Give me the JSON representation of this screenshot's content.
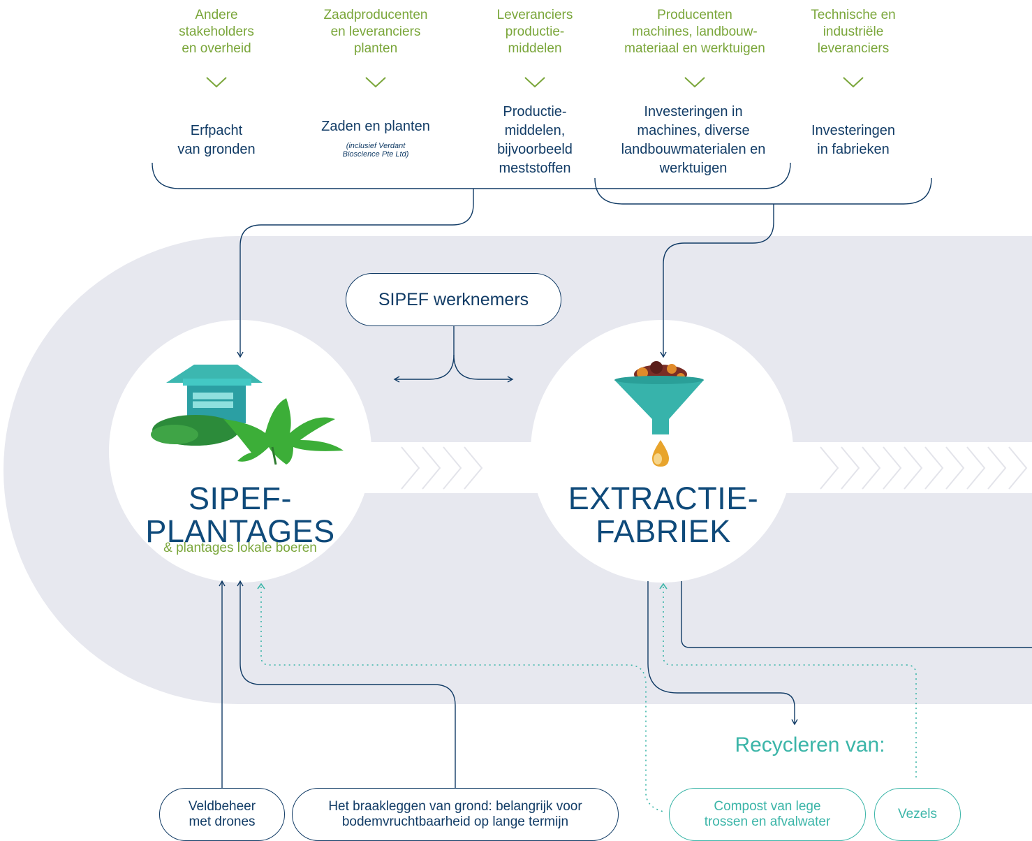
{
  "suppliers": [
    "Andere\nstakeholders\nen overheid",
    "Zaadproducenten\nen leveranciers\nplanten",
    "Leveranciers\nproductie-\nmiddelen",
    "Producenten\nmachines, landbouw-\nmateriaal en werktuigen",
    "Technische en\nindustriële\nleveranciers"
  ],
  "inputs": [
    "Erfpacht\nvan gronden",
    "Zaden en planten",
    "Productie-\nmiddelen,\nbijvoorbeeld\nmeststoffen",
    "Investeringen in\nmachines, diverse\nlandbouwmaterialen en\nwerktuigen",
    "Investeringen\nin fabrieken"
  ],
  "seeds_note": "(inclusief Verdant\nBioscience Pte Ltd)",
  "employees_label": "SIPEF werknemers",
  "plantations": {
    "title": "SIPEF-\nPLANTAGES",
    "subtitle": "& plantages lokale boeren"
  },
  "factory": {
    "title": "EXTRACTIE-\nFABRIEK"
  },
  "recycle_title": "Recycleren van:",
  "bottom_items": {
    "drones": "Veldbeheer\nmet drones",
    "fallow": "Het braakleggen van grond: belangrijk voor\nbodemvruchtbaarheid op lange termijn",
    "compost": "Compost van lege\ntrossen en afvalwater",
    "fibers": "Vezels"
  },
  "colors": {
    "navy": "#123c66",
    "green": "#7aa63a",
    "teal": "#3bb5a8",
    "band": "#e7e8ef"
  },
  "icons": [
    "plantation-illustration",
    "funnel-illustration",
    "chevron-down-icon",
    "arrow-icon"
  ]
}
